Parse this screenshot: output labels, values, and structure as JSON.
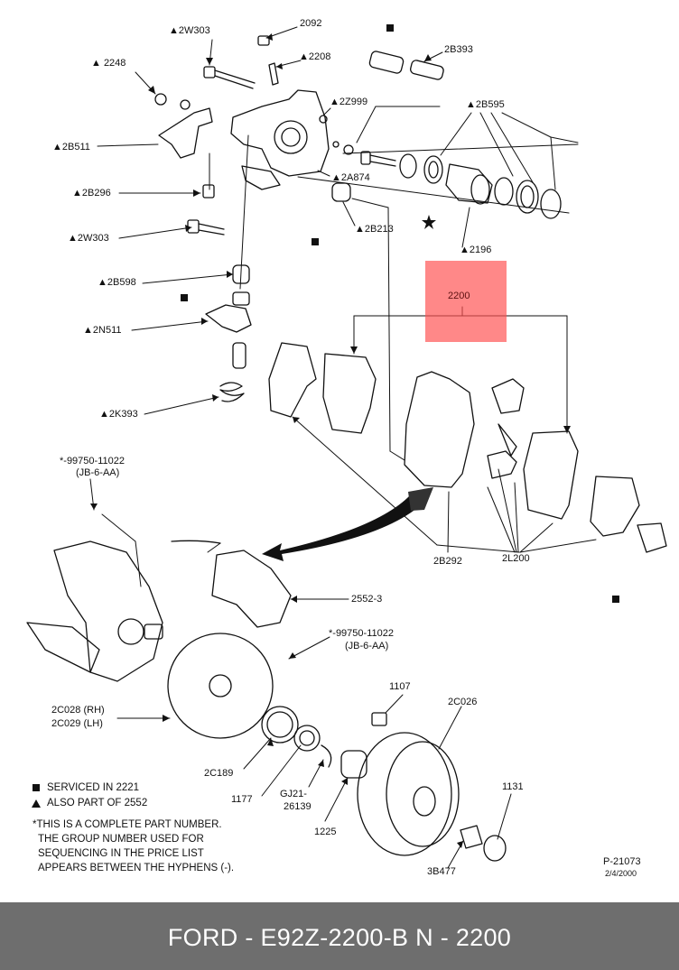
{
  "diagram": {
    "labels": {
      "l2092": "2092",
      "l2w303a": "▲2W303",
      "l2b393": "2B393",
      "l2248": "▲ 2248",
      "l2208": "▲2208",
      "l2z999": "▲2Z999",
      "l2b595": "▲2B595",
      "l2b511": "▲2B511",
      "l2a874": "▲2A874",
      "l2b296": "▲2B296",
      "l2b213": "▲2B213",
      "l2w303b": "▲2W303",
      "l2196": "▲2196",
      "l2b598": "▲2B598",
      "l2200": "2200",
      "l2n511": "▲2N511",
      "l2k393": "▲2K393",
      "l99750a": "*-99750-11022",
      "ljb6a": "(JB-6-AA)",
      "l2b292": "2B292",
      "l2l200": "2L200",
      "l2552_3": "2552-3",
      "l99750b": "*-99750-11022",
      "ljb6b": "(JB-6-AA)",
      "l2c028": "2C028 (RH)",
      "l2c029": "2C029 (LH)",
      "l1107": "1107",
      "l2c026": "2C026",
      "l2c189": "2C189",
      "l1177": "1177",
      "lgj21": "GJ21-",
      "l26139": "26139",
      "l1131": "1131",
      "l1225": "1225",
      "l3b477": "3B477",
      "lp21073": "P-21073",
      "ldate": "2/4/2000"
    },
    "legend": {
      "serviced": "SERVICED IN 2221",
      "also": "ALSO PART OF 2552"
    },
    "notes": [
      "*THIS IS A COMPLETE PART NUMBER.",
      "THE GROUP NUMBER USED FOR",
      "SEQUENCING IN THE PRICE LIST",
      "APPEARS BETWEEN THE HYPHENS (-)."
    ]
  },
  "footer": {
    "text": "FORD - E92Z-2200-B     N - 2200"
  }
}
